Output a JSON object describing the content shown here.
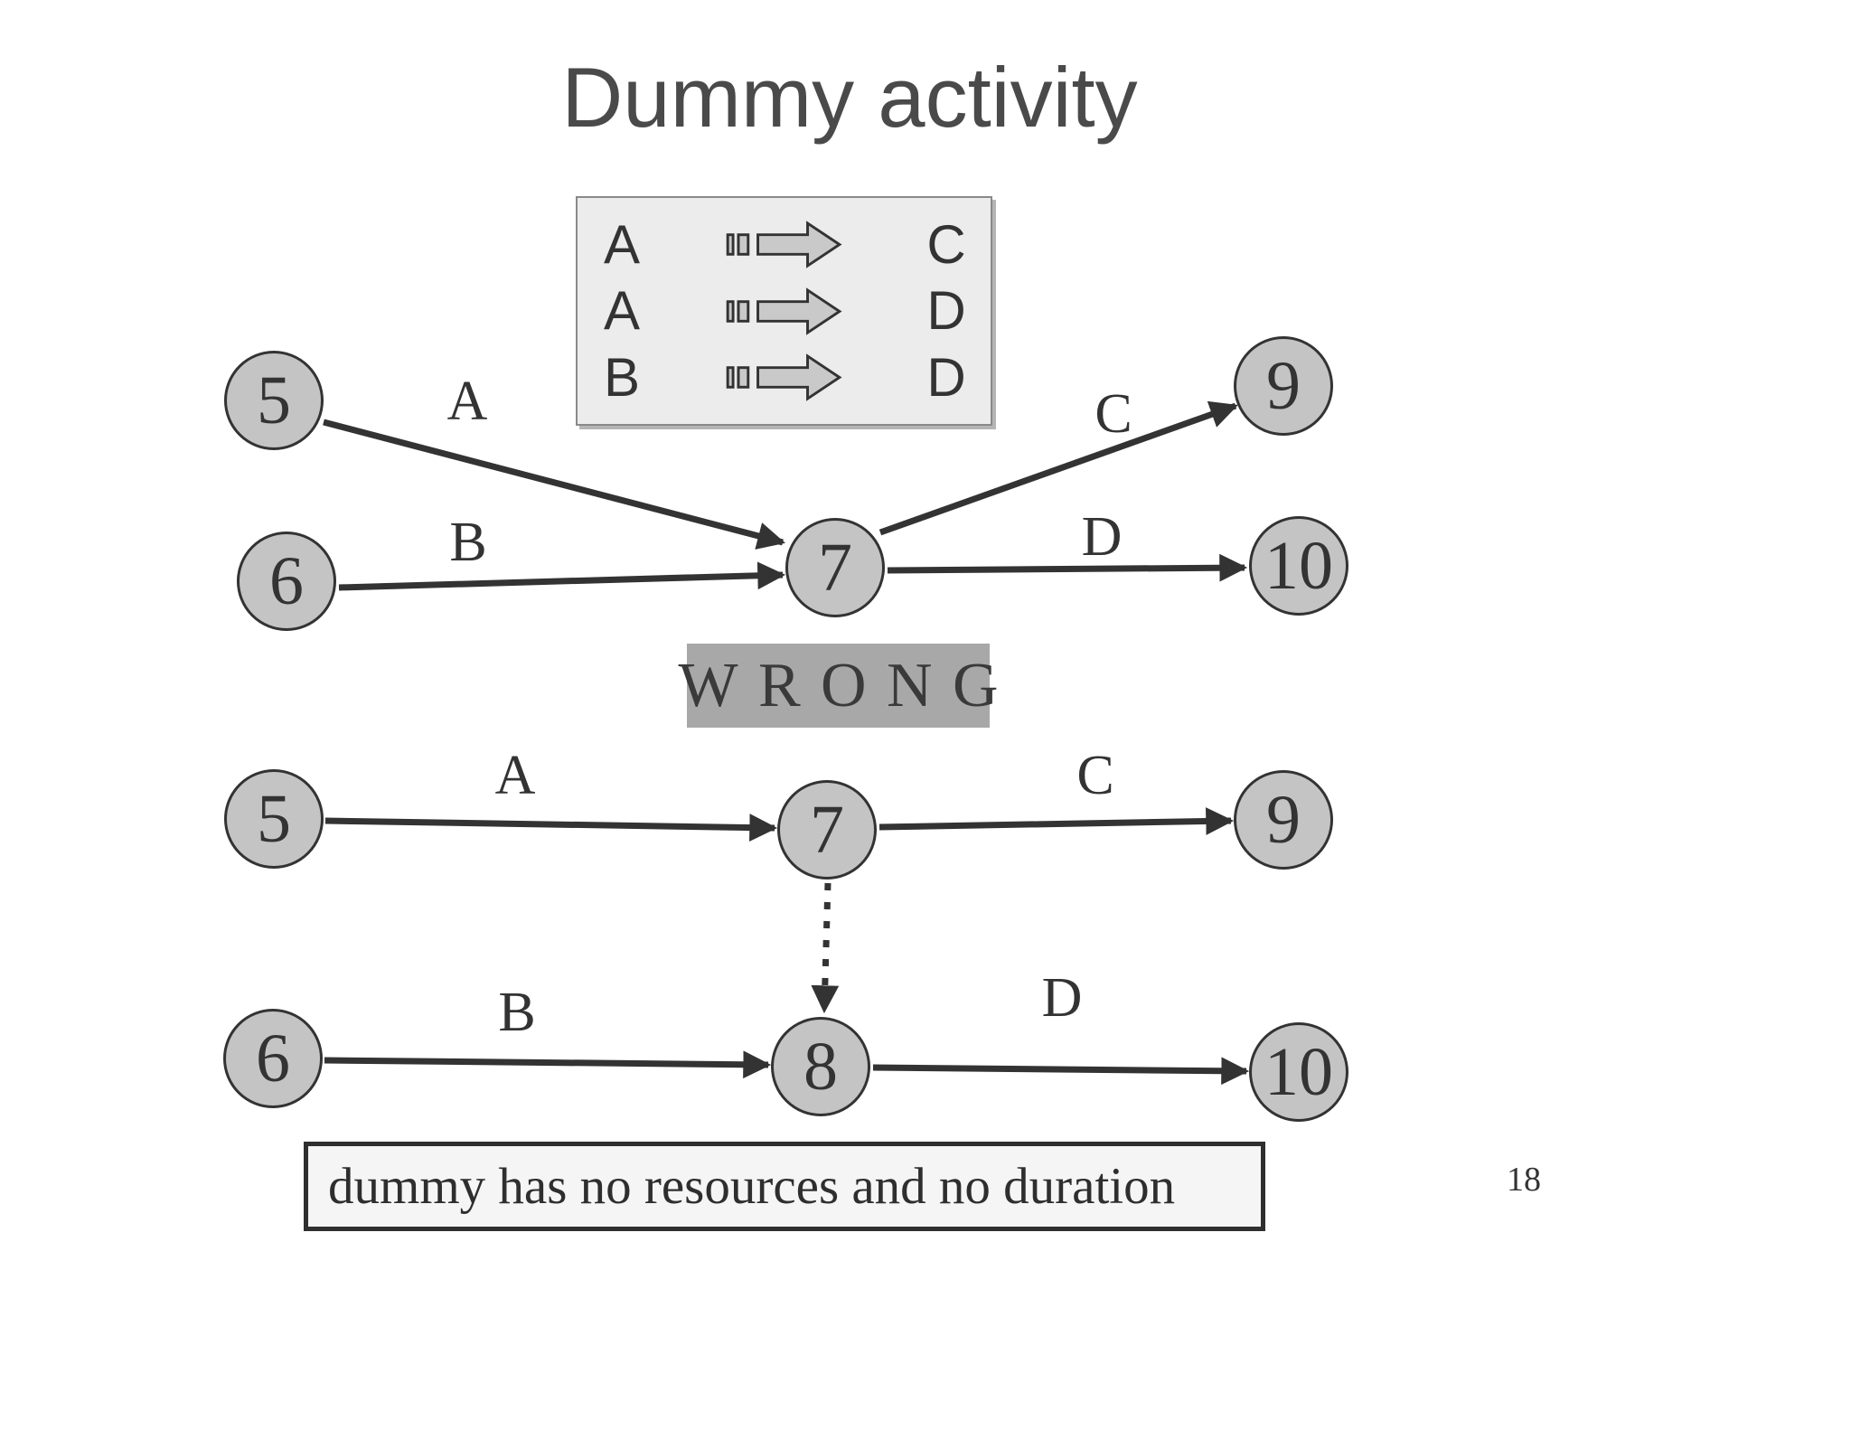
{
  "slide": {
    "title": "Dummy activity",
    "page_number": "18",
    "wrong_label": "WRONG",
    "caption": "dummy has no resources and no duration"
  },
  "legend": {
    "arrow_icon": "striped-right-arrow",
    "rows": [
      {
        "from": "A",
        "to": "C"
      },
      {
        "from": "A",
        "to": "D"
      },
      {
        "from": "B",
        "to": "D"
      }
    ]
  },
  "network_wrong": {
    "nodes": [
      {
        "label": "5"
      },
      {
        "label": "6"
      },
      {
        "label": "7"
      },
      {
        "label": "9"
      },
      {
        "label": "10"
      }
    ],
    "edge_labels": [
      {
        "label": "A"
      },
      {
        "label": "B"
      },
      {
        "label": "C"
      },
      {
        "label": "D"
      }
    ]
  },
  "network_correct": {
    "nodes": [
      {
        "label": "5"
      },
      {
        "label": "7"
      },
      {
        "label": "9"
      },
      {
        "label": "6"
      },
      {
        "label": "8"
      },
      {
        "label": "10"
      }
    ],
    "edge_labels": [
      {
        "label": "A"
      },
      {
        "label": "C"
      },
      {
        "label": "B"
      },
      {
        "label": "D"
      }
    ]
  },
  "colors": {
    "node_fill": "#c4c4c4",
    "node_border": "#333333",
    "arrow": "#333333",
    "title_text": "#4a4a4a",
    "legend_bg": "#ececec",
    "legend_arrow_fill": "#c9c9c9",
    "wrong_bg": "#a8a8a8",
    "caption_bg": "#f5f5f5",
    "body_text": "#2e2e2e"
  }
}
